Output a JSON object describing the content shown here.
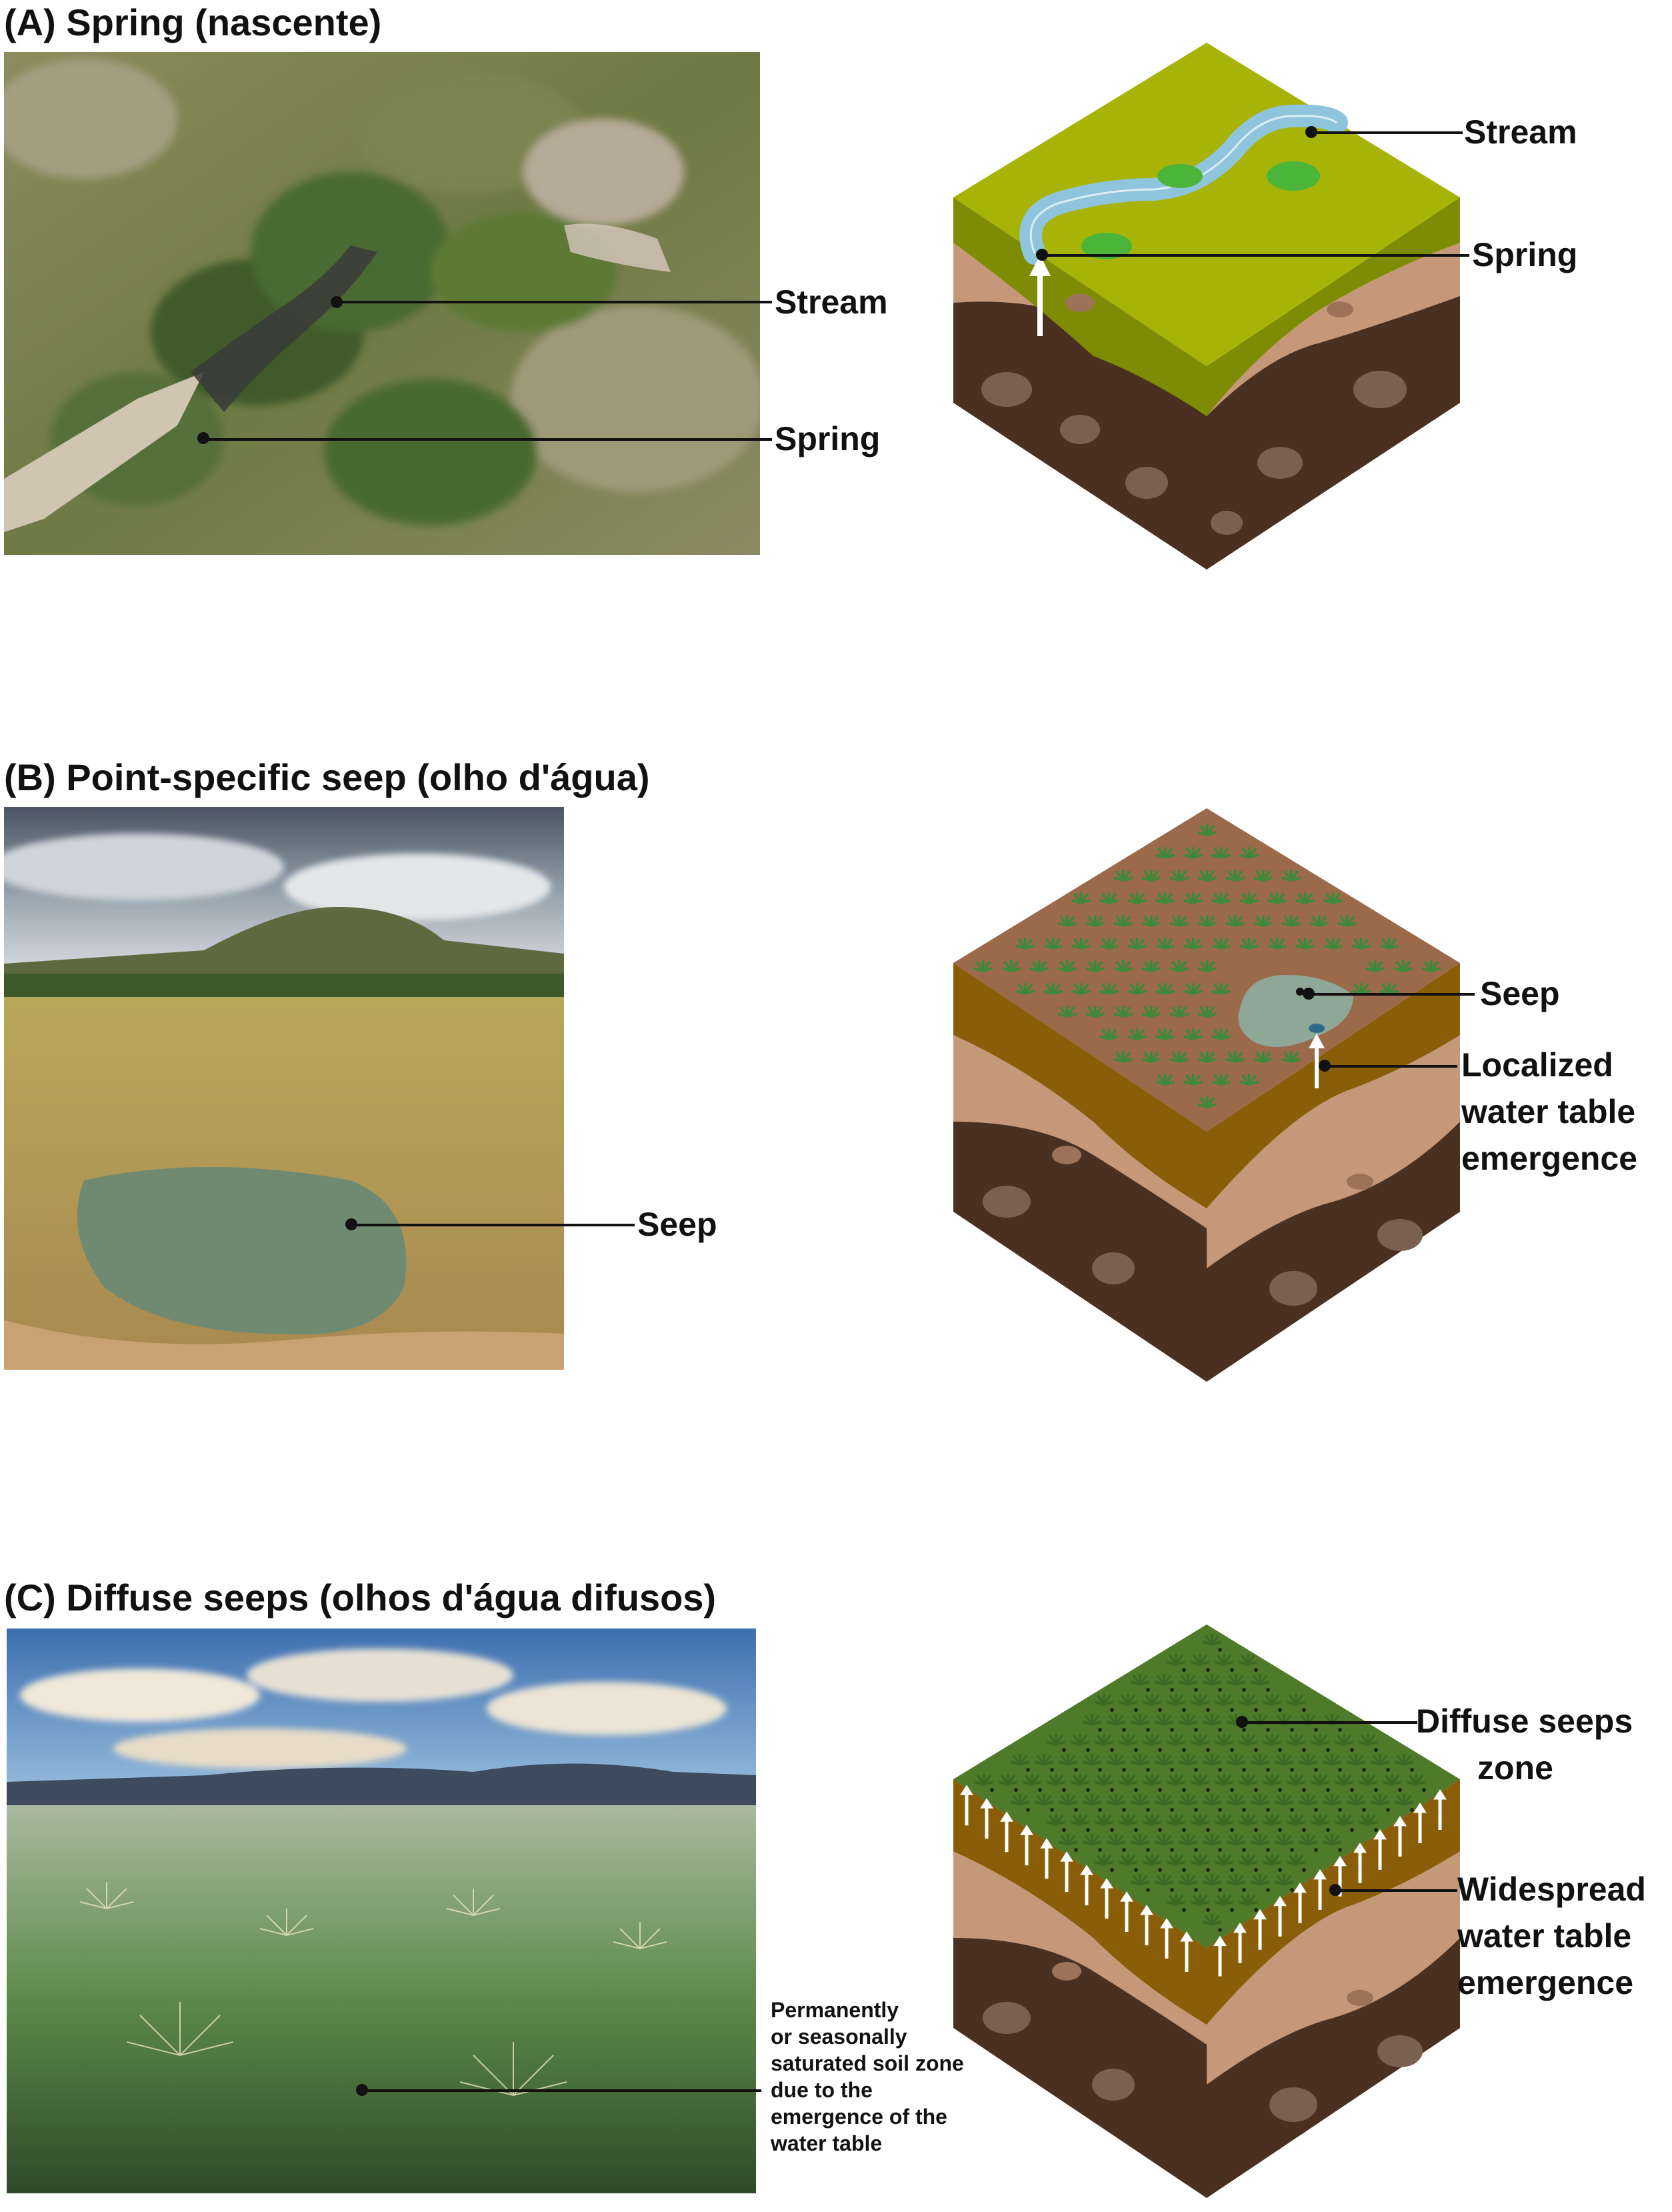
{
  "panels": {
    "a": {
      "title": "(A) Spring (nascente)",
      "photo_labels": {
        "stream": "Stream",
        "spring": "Spring"
      },
      "diagram_labels": {
        "stream": "Stream",
        "spring": "Spring"
      }
    },
    "b": {
      "title": "(B) Point-specific seep (olho d'água)",
      "photo_labels": {
        "seep": "Seep"
      },
      "diagram_labels": {
        "seep": "Seep",
        "emergence_1": "Localized",
        "emergence_2": "water table",
        "emergence_3": "emergence"
      }
    },
    "c": {
      "title": "(C) Diffuse seeps (olhos d'água difusos)",
      "photo_labels": {
        "saturated_1": "Permanently",
        "saturated_2": "or seasonally",
        "saturated_3": "saturated soil zone",
        "saturated_4": "due to the",
        "saturated_5": "emergence of the",
        "saturated_6": "water table"
      },
      "diagram_labels": {
        "zone_1": "Diffuse seeps",
        "zone_2": "zone",
        "emergence_1": "Widespread",
        "emergence_2": "water table",
        "emergence_3": "emergence"
      }
    }
  },
  "colors": {
    "grass_top": "#a8b308",
    "grass_side": "#7e8c05",
    "brown_top": "#9a6a4a",
    "olive_layer": "#8a5e08",
    "tan_layer": "#c8987a",
    "dark_soil": "#4a3020",
    "water": "#8ec5dc",
    "seep_water": "#8fa796",
    "green_top": "#4e7a2a"
  }
}
